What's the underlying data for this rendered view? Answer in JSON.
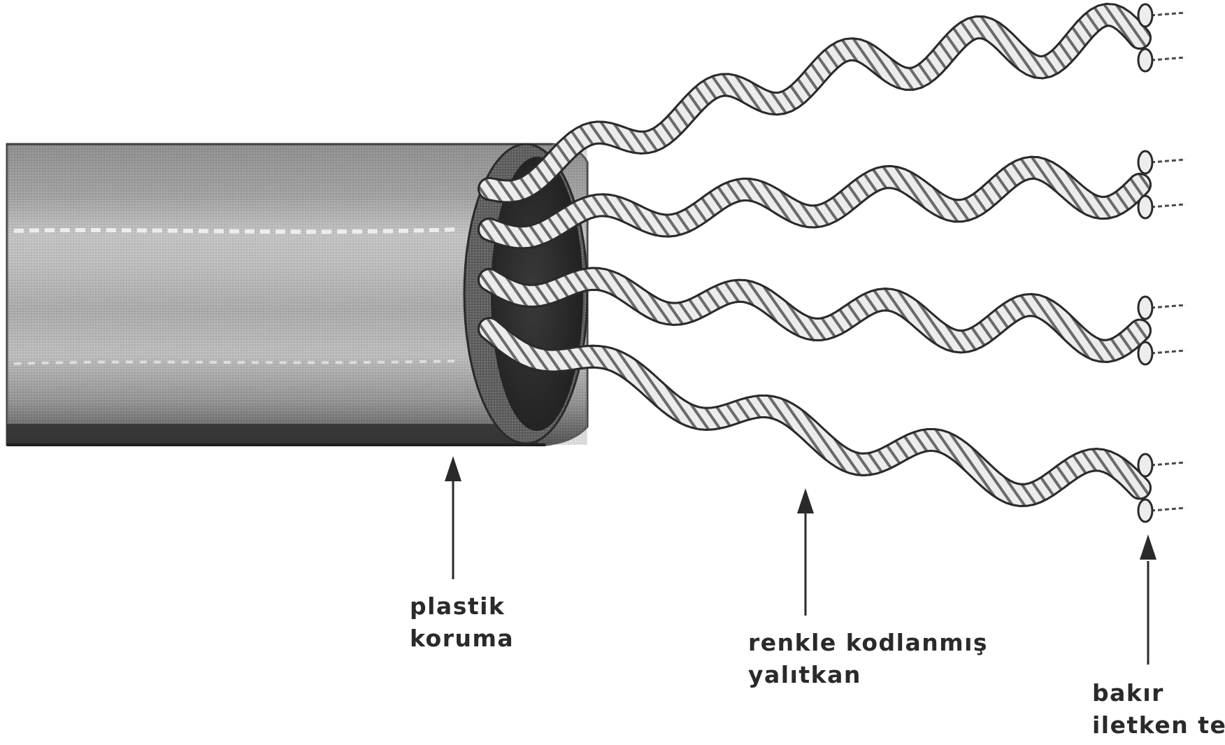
{
  "labels": {
    "sheath": {
      "line1": "plastik",
      "line2": "koruma"
    },
    "insulation": {
      "line1": "renkle kodlanmış",
      "line2": "yalıtkan"
    },
    "conductor": {
      "line1": "bakır",
      "line2": "iletken tel"
    }
  },
  "colors": {
    "background": "#ffffff",
    "ink": "#2a2a2a",
    "sheath_dark": "#4a4a4a",
    "sheath_mid": "#9a9a9a",
    "sheath_light": "#d4d4d4",
    "insulation_dark": "#5a5a5a",
    "insulation_light": "#e2e2e2"
  },
  "icons": [
    "arrow-up-icon",
    "twisted-pair-icon",
    "cable-sheath-icon"
  ]
}
